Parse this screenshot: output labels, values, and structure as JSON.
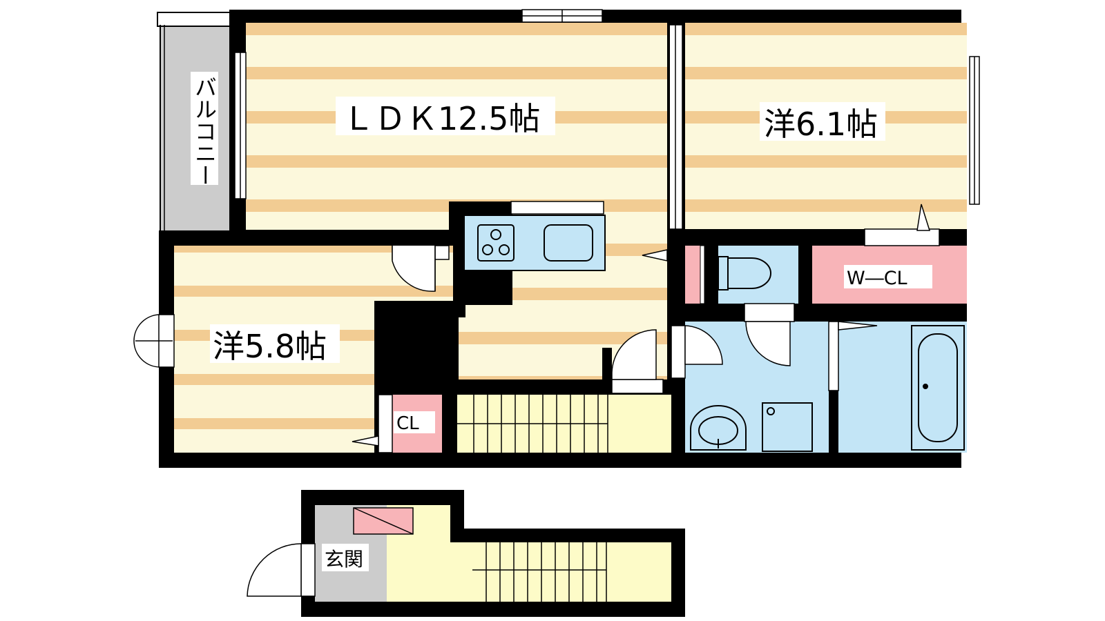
{
  "colors": {
    "wall": "#000000",
    "floor_stripe_light": "#fcf8dc",
    "floor_stripe_dark": "#f2cc93",
    "wet_area": "#c3e5f6",
    "storage": "#f8b4b8",
    "hall": "#fdfbc8",
    "balcony": "#cccccc",
    "entrance": "#cccccc"
  },
  "rooms": {
    "ldk": "ＬＤＫ12.5帖",
    "western_a": "洋6.1帖",
    "western_b": "洋5.8帖",
    "wcl": "W―CL",
    "cl": "CL",
    "balcony": "バルコニー",
    "entrance": "玄関"
  },
  "icons": {
    "stove": "stove-icon",
    "sink": "sink-icon",
    "toilet": "toilet-icon",
    "washbasin": "washbasin-icon",
    "washer": "washing-machine-icon",
    "bathtub": "bathtub-icon"
  }
}
